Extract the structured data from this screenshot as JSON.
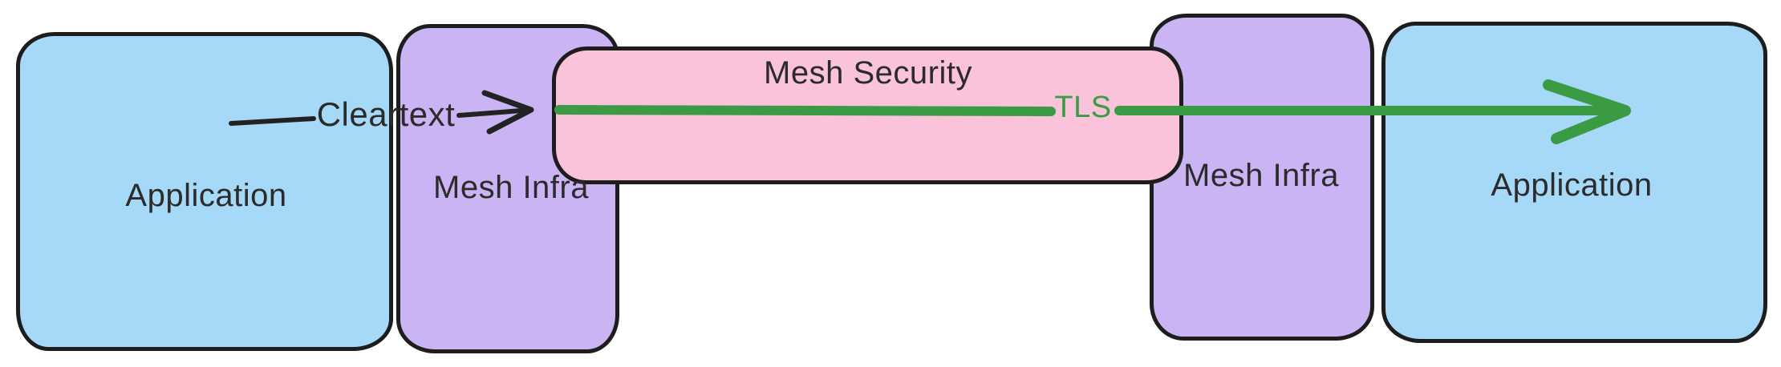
{
  "diagram": {
    "background_color": "#ffffff",
    "border_color": "#1d1d1d",
    "boxes": [
      {
        "label": "Application",
        "fill": "#a6d9f8"
      },
      {
        "label": "Mesh Infra",
        "fill": "#cbb4f3"
      },
      {
        "label": "Mesh Security",
        "fill": "#fac3d9"
      },
      {
        "label": "Mesh Infra",
        "fill": "#cbb4f3"
      },
      {
        "label": "Application",
        "fill": "#a6d9f8"
      }
    ],
    "arrows": [
      {
        "label": "Cleartext",
        "color": "#222222",
        "description": "thin black arrow from left Application into left Mesh Infra"
      },
      {
        "label": "TLS",
        "color": "#3a9b44",
        "description": "thick green arrow spanning Mesh Security into right Application"
      }
    ],
    "text_color": "#2b2b2b"
  }
}
